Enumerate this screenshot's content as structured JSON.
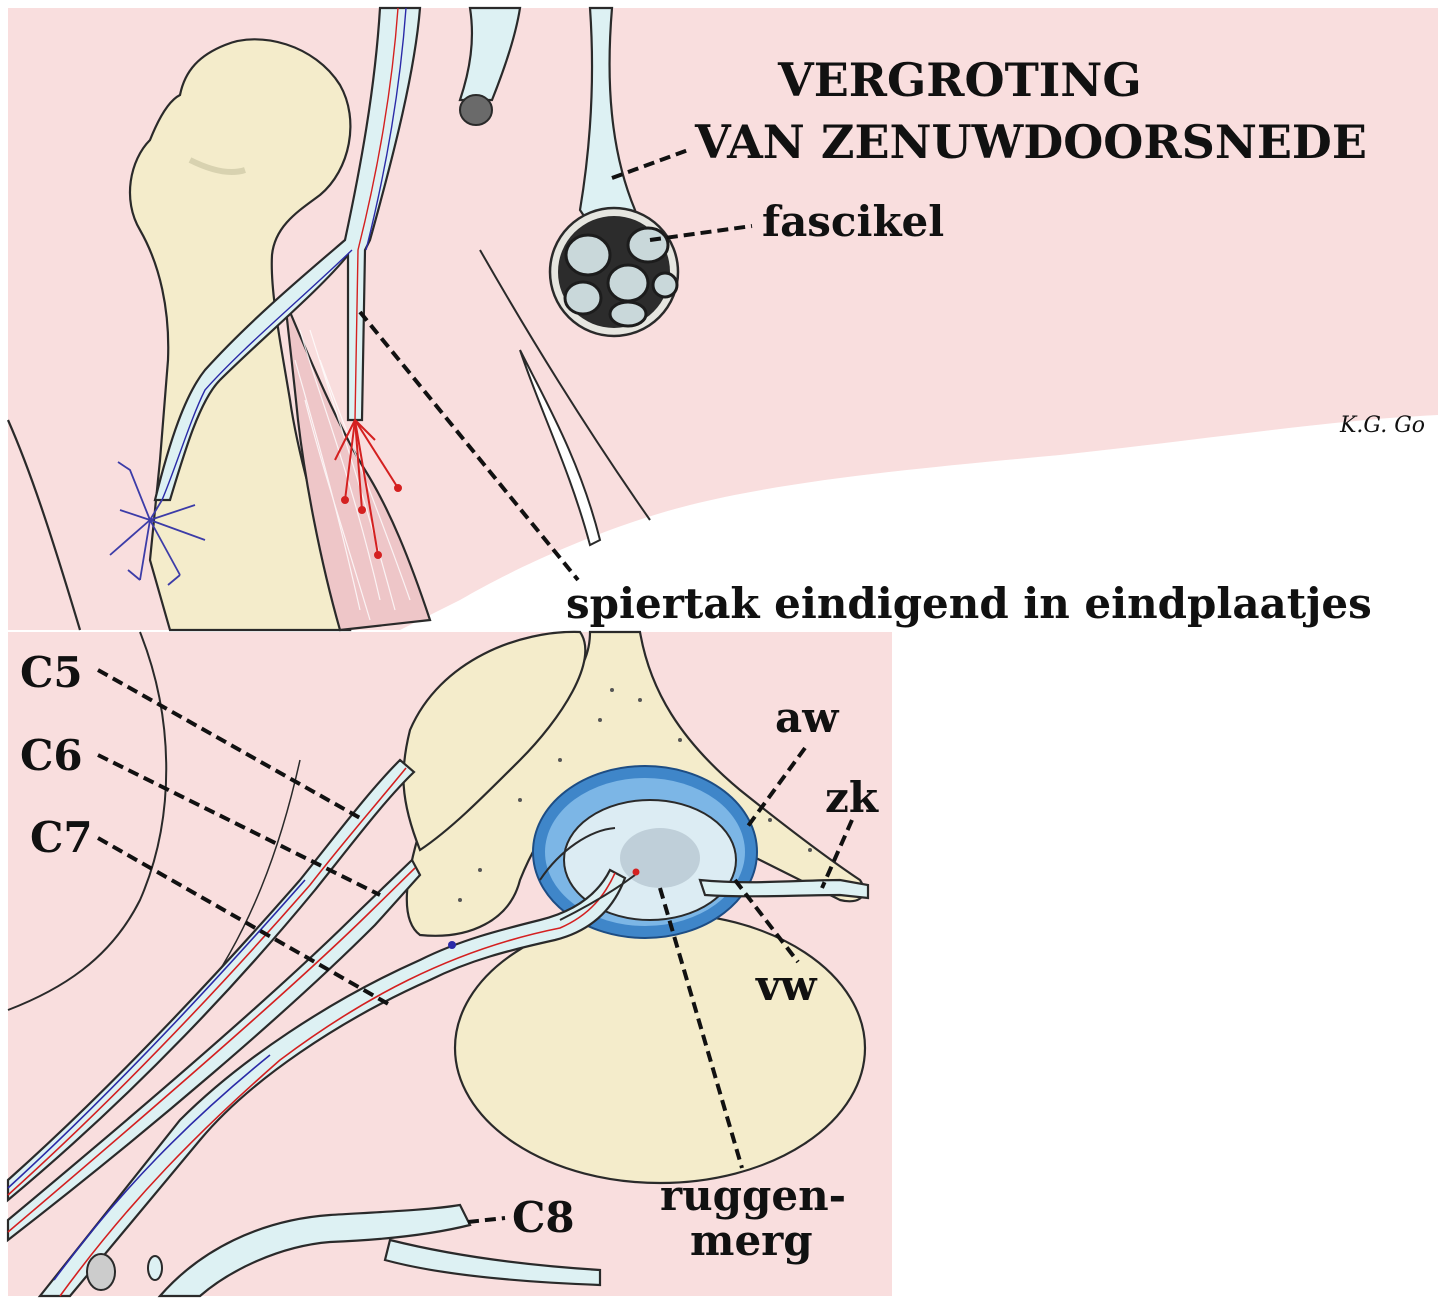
{
  "top_panel": {
    "title_line1": "VERGROTING",
    "title_line2": "VAN ZENUWDOORSNEDE",
    "fascicle_label": "fascikel",
    "muscle_branch_label": "spiertak eindigend in eindplaatjes",
    "signature": "K.G. Go"
  },
  "bottom_panel": {
    "root_labels": {
      "c5": "C5",
      "c6": "C6",
      "c7": "C7",
      "c8": "C8"
    },
    "aw_label": "aw",
    "zk_label": "zk",
    "vw_label": "vw",
    "spinal_cord_label_line1": "ruggen-",
    "spinal_cord_label_line2": "merg"
  },
  "colors": {
    "background_pink": "#f9dede",
    "bone_cream": "#f4eccb",
    "nerve_light_blue": "#ddf1f3",
    "muscle_pink": "#eec6c8",
    "meninges_blue": "#3f86c9",
    "spinal_cord_light": "#dcecf3",
    "artery_red": "#d42020",
    "vein_blue": "#2a2aa8",
    "motor_nerve_purple": "#3c3ca8"
  }
}
